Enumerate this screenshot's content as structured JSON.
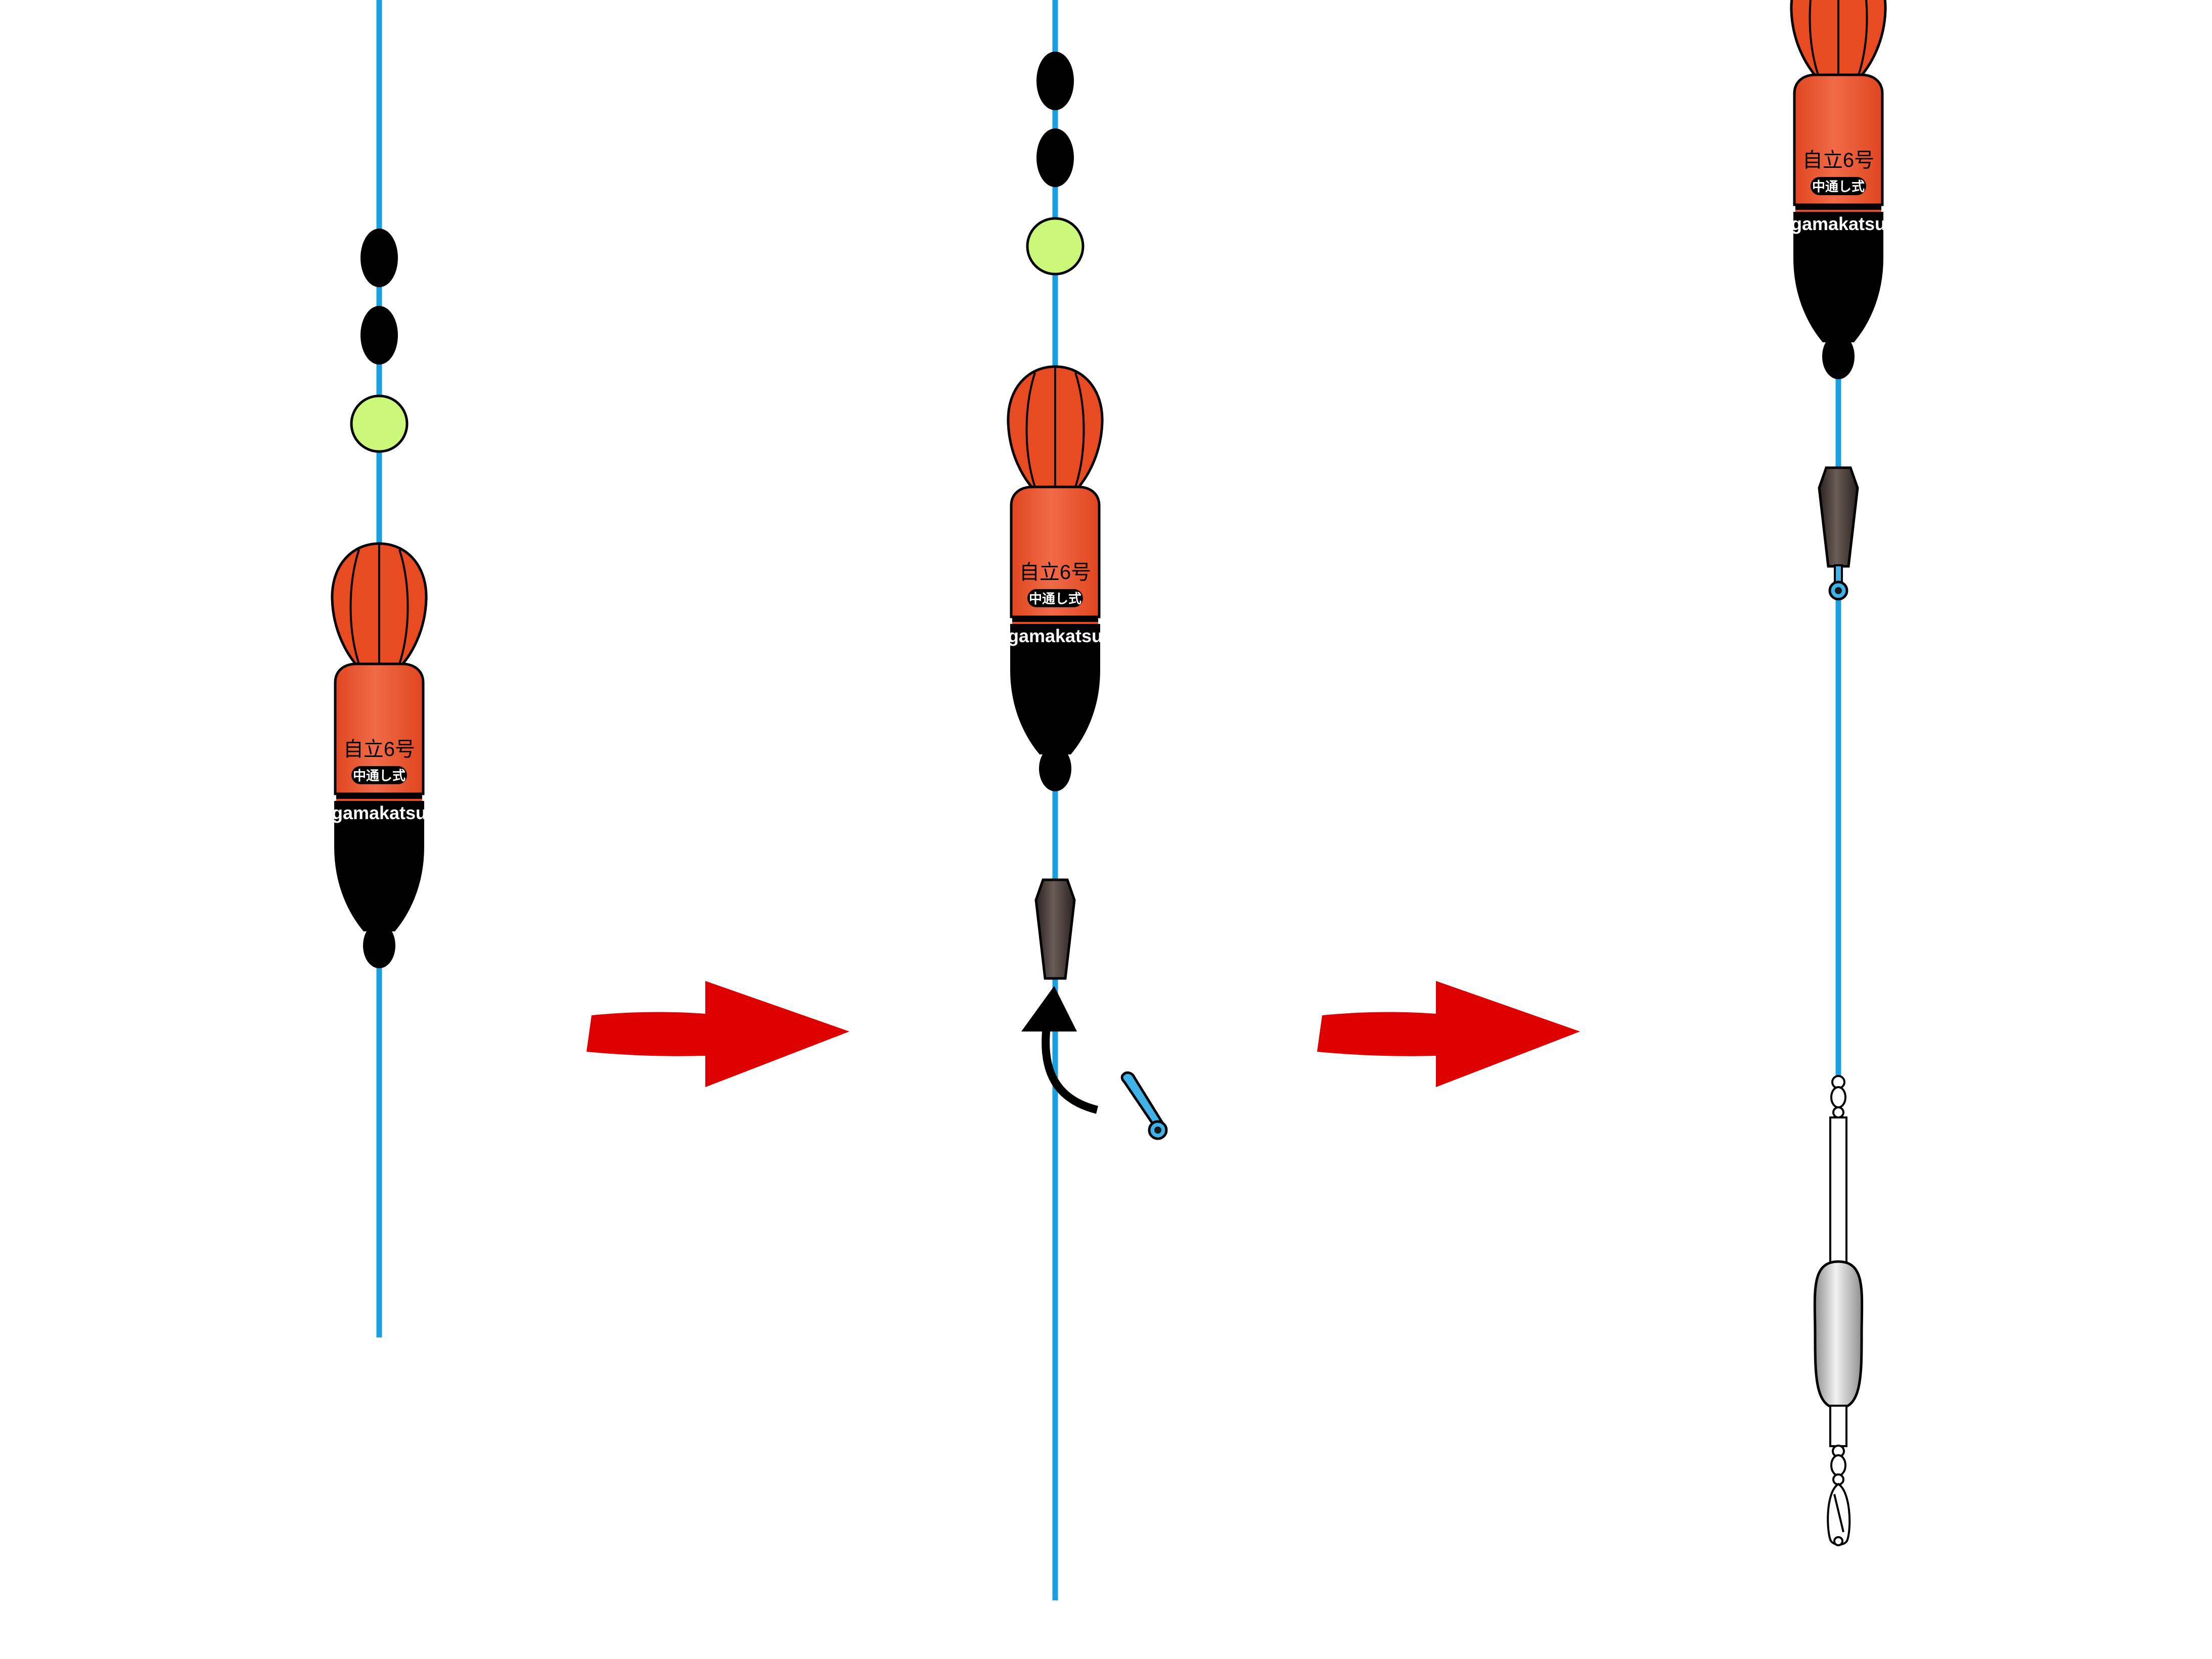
{
  "float_labels": {
    "size": "自立6号",
    "type": "中通し式",
    "brand": "gamakatsu"
  },
  "colors": {
    "line": "#1AA0E0",
    "float_orange": "#E84A22",
    "float_black": "#000000",
    "bead_black": "#000000",
    "bead_green": "#CCF87A",
    "arrow_red": "#DD0000",
    "stopper": "#3A2E2A",
    "sinker_gray": "#B5B5B5"
  },
  "panels": [
    {
      "step": 1,
      "items": [
        "line",
        "stopper-bead",
        "stopper-bead",
        "cushion-bead",
        "float"
      ]
    },
    {
      "step": 2,
      "items": [
        "line",
        "stopper-bead",
        "stopper-bead",
        "cushion-bead",
        "float",
        "float-stopper",
        "insert-arrow",
        "pin"
      ]
    },
    {
      "step": 3,
      "items": [
        "line",
        "float",
        "float-stopper",
        "swivel",
        "sinker",
        "snap"
      ]
    }
  ]
}
